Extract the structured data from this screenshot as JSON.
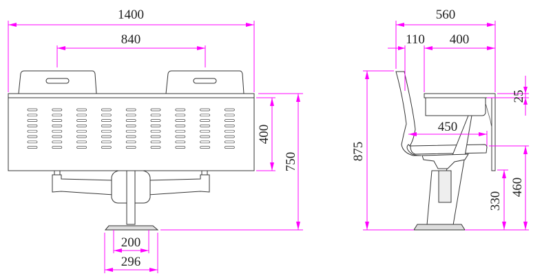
{
  "front_view": {
    "overall_width": "1400",
    "backrest_spacing": "840",
    "panel_height": "400",
    "desk_height": "750",
    "base_inner_width": "200",
    "base_outer_width": "296"
  },
  "side_view": {
    "overall_depth": "560",
    "backrest_offset": "110",
    "desk_depth": "400",
    "desktop_thickness": "25",
    "seat_depth": "450",
    "total_height": "875",
    "seat_height": "460",
    "leg_clearance": "330"
  },
  "colors": {
    "dimension": "#ff00ff",
    "outline": "#333333"
  }
}
